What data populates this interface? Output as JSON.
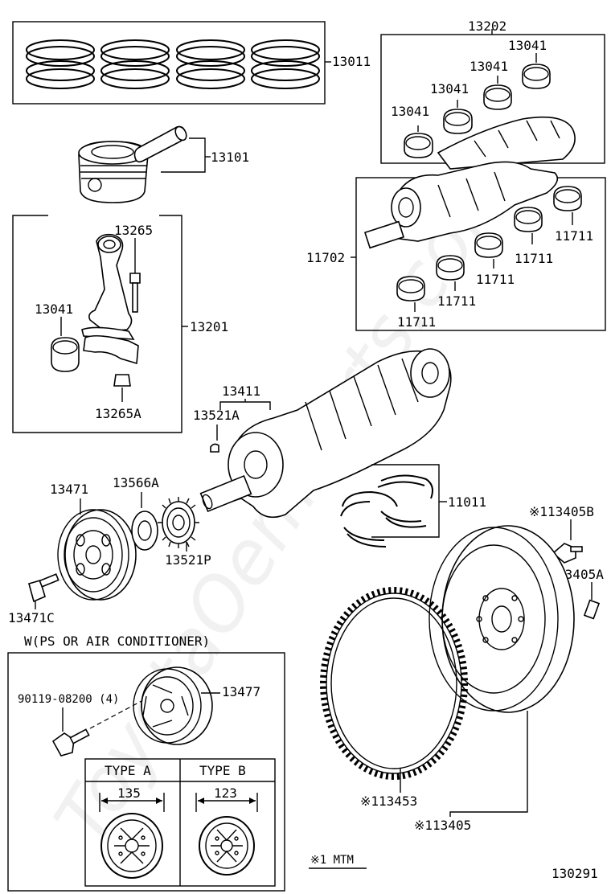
{
  "watermark": "ToyotaOemParts.com",
  "footer": {
    "note": "※1 MTM",
    "diagram_id": "130291"
  },
  "parts": {
    "piston_rings": "13011",
    "piston_pin": "13101",
    "conrod_bearing_set": "13202",
    "conrod_bearing_1": "13041",
    "conrod_bearing_2": "13041",
    "conrod_bearing_3": "13041",
    "conrod_bearing_4": "13041",
    "crank_bearing_set": "11702",
    "main_bearing_1": "11711",
    "main_bearing_2": "11711",
    "main_bearing_3": "11711",
    "main_bearing_4": "11711",
    "main_bearing_5": "11711",
    "conrod_bolt": "13265",
    "conrod_bearing_left": "13041",
    "conrod_assy": "13201",
    "conrod_nut": "13265A",
    "crankshaft": "13411",
    "key": "13521A",
    "pulley": "13471",
    "oil_deflector": "13566A",
    "timing_gear": "13521P",
    "thrust_washers": "11011",
    "pulley_bolt": "13471C",
    "flywheel_bolt": "※113405B",
    "flywheel_pin": "※113405A",
    "ring_gear": "※113453",
    "flywheel": "※113405",
    "alt_pulley": "13477",
    "alt_bolt": "90119-08200 (4)"
  },
  "inset": {
    "caption": "W(PS OR AIR CONDITIONER)",
    "type_a": {
      "label": "TYPE A",
      "dimension": "135"
    },
    "type_b": {
      "label": "TYPE B",
      "dimension": "123"
    }
  }
}
